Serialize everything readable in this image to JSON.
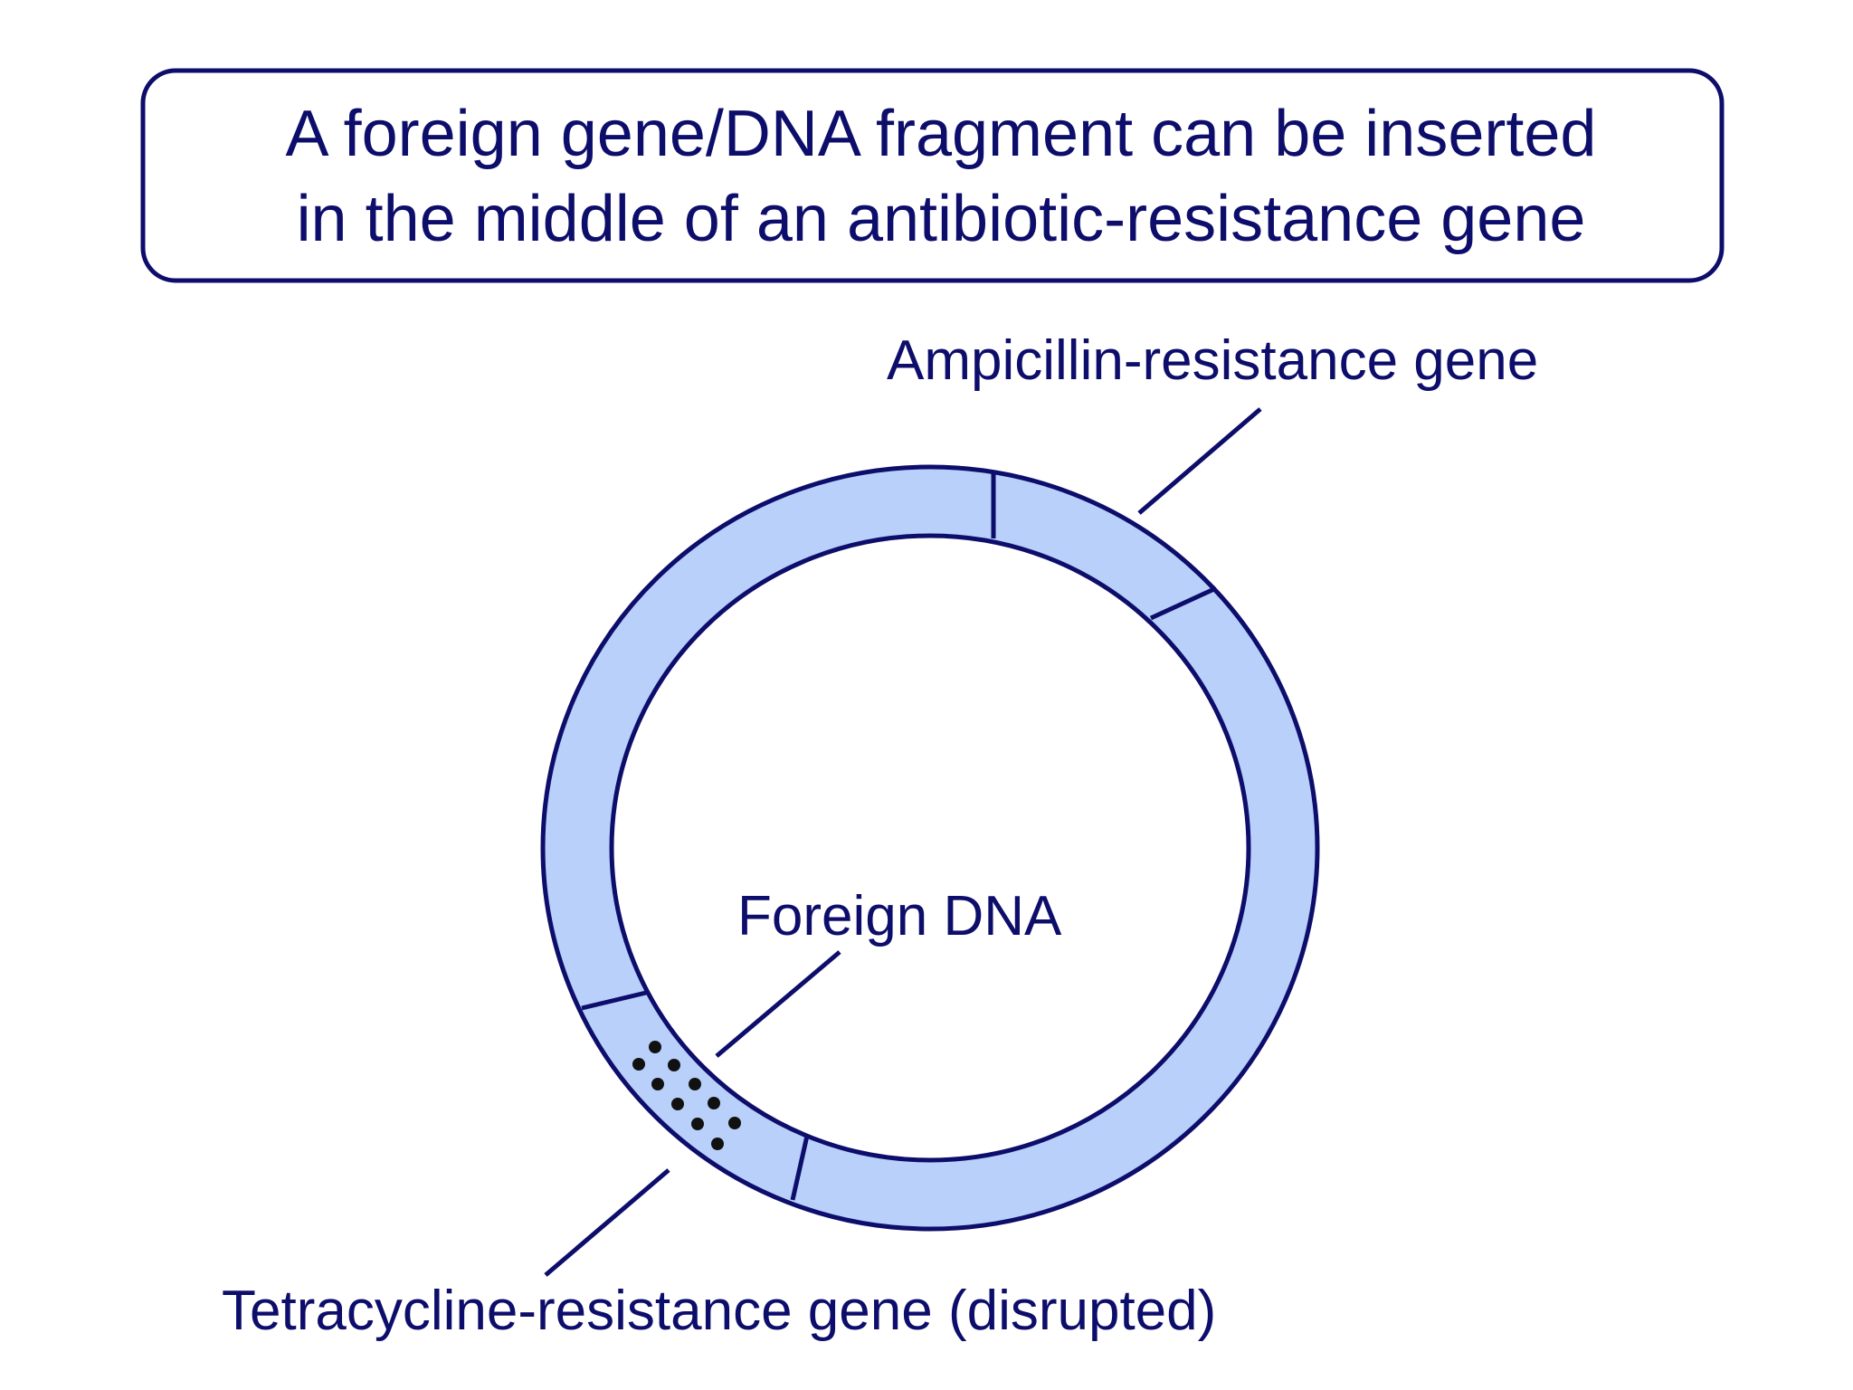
{
  "title": {
    "line1": "A foreign gene/DNA fragment can be inserted",
    "line2": "in the middle of an antibiotic-resistance gene"
  },
  "labels": {
    "ampicillin": "Ampicillin-resistance gene",
    "foreign_dna": "Foreign DNA",
    "tetracycline": "Tetracycline-resistance gene (disrupted)"
  },
  "colors": {
    "stroke": "#0d0d6b",
    "ring_fill": "#b8d0fa",
    "text": "#0d0d6b",
    "dots": "#111111",
    "background": "#ffffff"
  }
}
